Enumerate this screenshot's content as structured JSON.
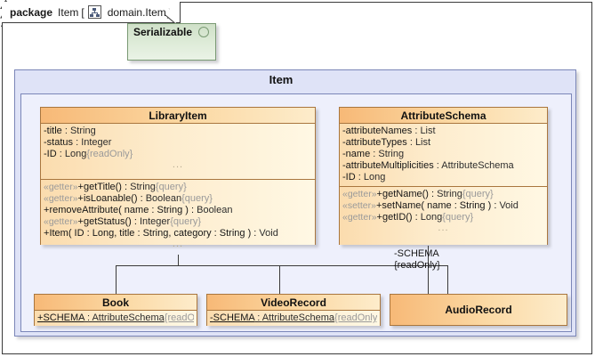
{
  "frame": {
    "keyword": "package",
    "name": "Item",
    "bracket_open": "[",
    "icon": "package-icon",
    "qualified_name": "domain.Item",
    "bracket_close": "]"
  },
  "package": {
    "title": "Item"
  },
  "interface": {
    "name": "Serializable",
    "icon": "interface-lollipop-icon",
    "fill": "#dcead6",
    "border": "#7a9a74"
  },
  "classes": {
    "library_item": {
      "name": "LibraryItem",
      "attributes": [
        {
          "visibility": "-",
          "name": "title",
          "sep": " : ",
          "type": "String",
          "property": ""
        },
        {
          "visibility": "-",
          "name": "status",
          "sep": " : ",
          "type": "Integer",
          "property": ""
        },
        {
          "visibility": "-",
          "name": "ID",
          "sep": " : ",
          "type": "Long",
          "property": "{readOnly}"
        }
      ],
      "attributes_more": "...",
      "operations": [
        {
          "stereotype": "«getter»",
          "visibility": "+",
          "signature": "getTitle() : ",
          "type": "String",
          "property": "{query}"
        },
        {
          "stereotype": "«getter»",
          "visibility": "+",
          "signature": "isLoanable() : ",
          "type": "Boolean",
          "property": "{query}"
        },
        {
          "stereotype": "",
          "visibility": "+",
          "signature": "removeAttribute( name : String ) : ",
          "type": "Boolean",
          "property": ""
        },
        {
          "stereotype": "«getter»",
          "visibility": "+",
          "signature": "getStatus() : ",
          "type": "Integer",
          "property": "{query}"
        },
        {
          "stereotype": "",
          "visibility": "+",
          "signature": "Item( ID : Long, title : String, category : String ) : ",
          "type": "Void",
          "property": ""
        }
      ],
      "operations_more": "..."
    },
    "attribute_schema": {
      "name": "AttributeSchema",
      "attributes": [
        {
          "visibility": "-",
          "name": "attributeNames",
          "sep": " : ",
          "type": "List",
          "property": ""
        },
        {
          "visibility": "-",
          "name": "attributeTypes",
          "sep": " : ",
          "type": "List",
          "property": ""
        },
        {
          "visibility": "-",
          "name": "name",
          "sep": " : ",
          "type": "String",
          "property": ""
        },
        {
          "visibility": "-",
          "name": "attributeMultiplicities",
          "sep": " : ",
          "type": "AttributeSchema",
          "property": ""
        },
        {
          "visibility": "-",
          "name": "ID",
          "sep": " : ",
          "type": "Long",
          "property": ""
        }
      ],
      "operations": [
        {
          "stereotype": "«getter»",
          "visibility": "+",
          "signature": "getName() : ",
          "type": "String",
          "property": "{query}"
        },
        {
          "stereotype": "«setter»",
          "visibility": "+",
          "signature": "setName( name : String ) : ",
          "type": "Void",
          "property": ""
        },
        {
          "stereotype": "«getter»",
          "visibility": "+",
          "signature": "getID() : ",
          "type": "Long",
          "property": "{query}"
        }
      ],
      "operations_more": "..."
    },
    "book": {
      "name": "Book",
      "attributes": [
        {
          "visibility": "+",
          "name": "SCHEMA",
          "sep": " : ",
          "type": "AttributeSchema",
          "property": "{readOnly}",
          "static": true
        }
      ]
    },
    "video_record": {
      "name": "VideoRecord",
      "attributes": [
        {
          "visibility": "-",
          "name": "SCHEMA",
          "sep": " : ",
          "type": "AttributeSchema",
          "property": "{readOnly}",
          "static": true
        }
      ]
    },
    "audio_record": {
      "name": "AudioRecord",
      "attributes": []
    }
  },
  "connectors": {
    "realization": {
      "from": "LibraryItem",
      "to": "Serializable",
      "kind": "realization-dashed-hollow-triangle"
    },
    "generalization": {
      "from": [
        "Book",
        "VideoRecord",
        "AudioRecord"
      ],
      "to": "LibraryItem",
      "kind": "generalization-tree"
    },
    "association": {
      "from": "AudioRecord",
      "to": "AttributeSchema",
      "role_label": "-SCHEMA",
      "property_label": "{readOnly}"
    }
  }
}
